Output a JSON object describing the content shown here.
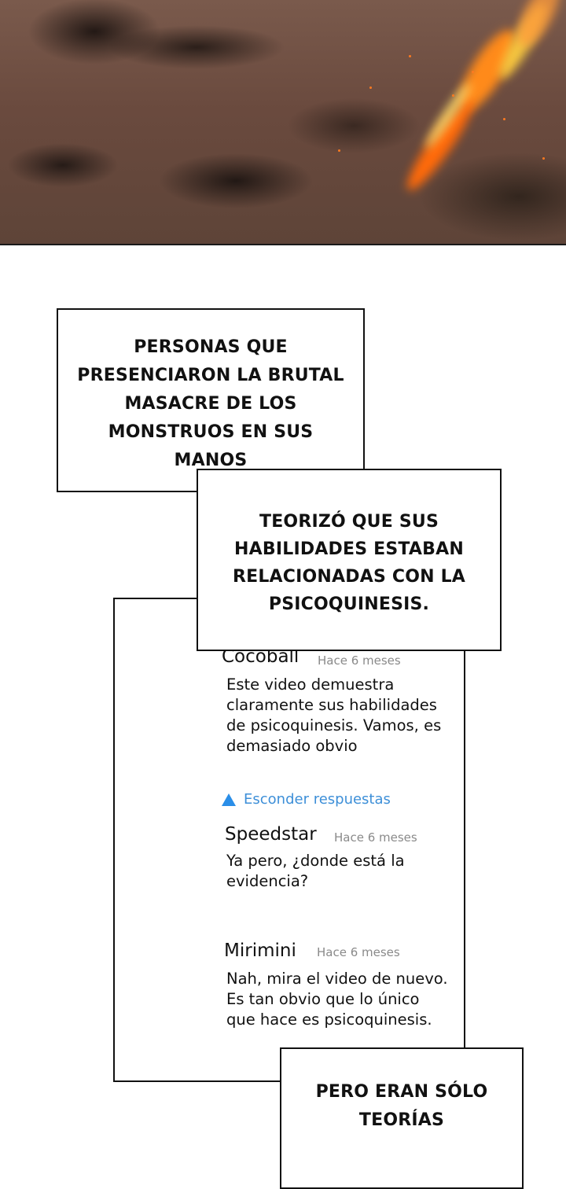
{
  "captions": {
    "top": "PERSONAS QUE PRESENCIARON LA BRUTAL MASACRE DE LOS MONSTRUOS EN SUS MANOS",
    "middle": "TEORIZÓ QUE SUS HABILIDADES ESTABAN RELACIONADAS CON LA PSICOQUINESIS.",
    "bottom": "PERO ERAN SÓLO TEORÍAS"
  },
  "comments": [
    {
      "user": "Cocoball",
      "time": "Hace 6 meses",
      "text": "Este video demuestra claramente sus habilidades de psicoquinesis. Vamos, es demasiado obvio",
      "avatar_color": "#9448c0"
    },
    {
      "user": "Speedstar",
      "time": "Hace 6 meses",
      "text": "Ya pero, ¿donde está la evidencia?",
      "avatar_color": "#0a7ef8"
    },
    {
      "user": "Mirimini",
      "time": "Hace 6 meses",
      "text": "Nah, mira el video de nuevo. Es tan obvio que lo único que hace es psicoquinesis.",
      "avatar_color": "#ffb472"
    }
  ],
  "replies_toggle": {
    "label": "Esconder respuestas",
    "icon": "triangle-up-icon",
    "color": "#3d8fd8"
  }
}
